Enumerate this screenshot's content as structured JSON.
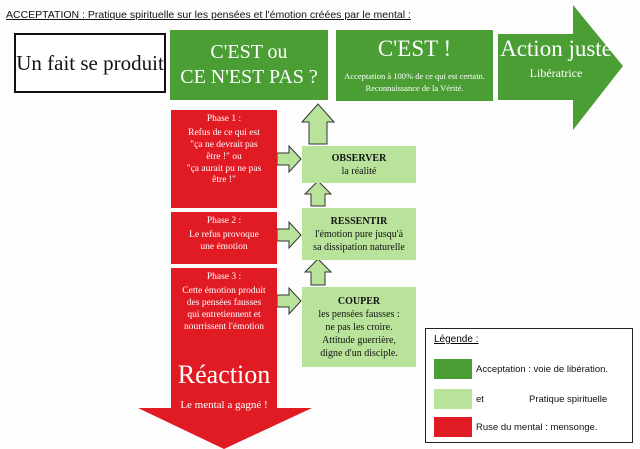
{
  "title": "ACCEPTATION : Pratique spirituelle sur les pensées et l'émotion créées par le mental :",
  "fait": "Un fait se produit",
  "cest_ou": {
    "line1": "C'EST ou",
    "line2": "CE N'EST PAS ?"
  },
  "cest": {
    "title": "C'EST !",
    "line1": "Acceptation à 100% de ce qui est certain.",
    "line2": "Reconnaissance de la Vérité."
  },
  "action": {
    "title": "Action juste",
    "sub": "Libératrice"
  },
  "phase1": {
    "head": "Phase 1 :",
    "lines": [
      "Refus de ce qui est",
      "\"ça ne devrait pas",
      "être !\" ou",
      "\"ça aurait pu ne pas",
      "être !\""
    ]
  },
  "phase2": {
    "head": "Phase 2 :",
    "lines": [
      "Le refus provoque",
      "une émotion"
    ]
  },
  "phase3": {
    "head": "Phase 3 :",
    "lines": [
      "Cette émotion produit",
      "des pensées fausses",
      "qui entretiennent et",
      "nourrissent l'émotion"
    ]
  },
  "observer": {
    "head": "OBSERVER",
    "line": "la réalité"
  },
  "ressentir": {
    "head": "RESSENTIR",
    "lines": [
      "l'émotion pure jusqu'à",
      "sa dissipation naturelle"
    ]
  },
  "couper": {
    "head": "COUPER",
    "lines": [
      "les pensées fausses :",
      "ne pas les croire.",
      "Attitude guerrière,",
      "digne d'un disciple."
    ]
  },
  "reaction": {
    "title": "Réaction",
    "sub": "Le mental a gagné !"
  },
  "legend": {
    "title": "Légende :",
    "green_text": "Acceptation : voie de libération.",
    "and_text": "et",
    "arrow_text": "Pratique spirituelle",
    "red_text": "Ruse du mental : mensonge."
  },
  "colors": {
    "green": "#4a9e34",
    "light_green": "#b9e39a",
    "red": "#e11b24"
  }
}
